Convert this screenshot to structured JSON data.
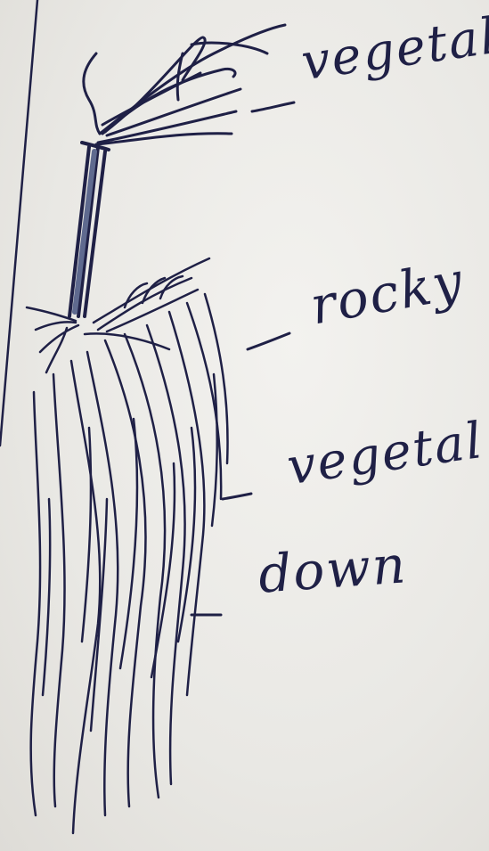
{
  "labels": [
    "vegetal",
    "rocky",
    "vegetal",
    "down"
  ],
  "colors": {
    "paper": "#ecebe8",
    "ink": "#1f2046"
  }
}
